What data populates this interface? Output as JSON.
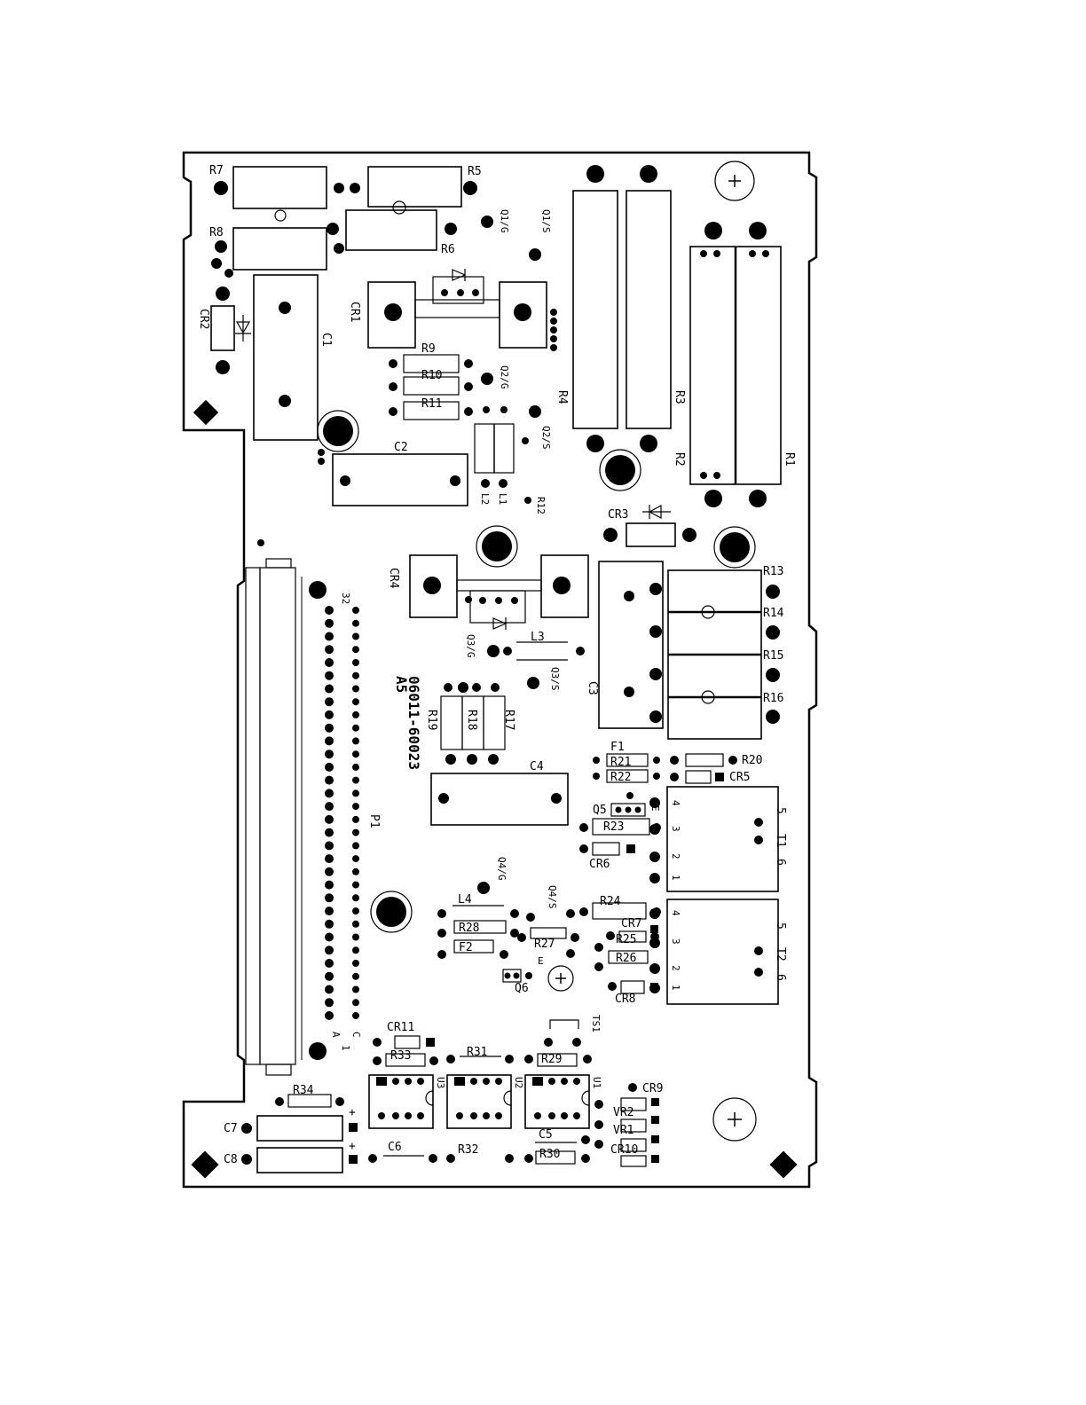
{
  "board": {
    "assembly": "A5",
    "part_number": "06011-60023"
  },
  "labels": {
    "R1": "R1",
    "R2": "R2",
    "R3": "R3",
    "R4": "R4",
    "R5": "R5",
    "R6": "R6",
    "R7": "R7",
    "R8": "R8",
    "R9": "R9",
    "R10": "R10",
    "R11": "R11",
    "R12": "R12",
    "R13": "R13",
    "R14": "R14",
    "R15": "R15",
    "R16": "R16",
    "R17": "R17",
    "R18": "R18",
    "R19": "R19",
    "R20": "R20",
    "R21": "R21",
    "R22": "R22",
    "R23": "R23",
    "R24": "R24",
    "R25": "R25",
    "R26": "R26",
    "R27": "R27",
    "R28": "R28",
    "R29": "R29",
    "R30": "R30",
    "R31": "R31",
    "R32": "R32",
    "R33": "R33",
    "R34": "R34",
    "C1": "C1",
    "C2": "C2",
    "C3": "C3",
    "C4": "C4",
    "C5": "C5",
    "C6": "C6",
    "C7": "C7",
    "C8": "C8",
    "CR1": "CR1",
    "CR2": "CR2",
    "CR3": "CR3",
    "CR4": "CR4",
    "CR5": "CR5",
    "CR6": "CR6",
    "CR7": "CR7",
    "CR8": "CR8",
    "CR9": "CR9",
    "CR10": "CR10",
    "CR11": "CR11",
    "Q1G": "Q1/G",
    "Q1S": "Q1/S",
    "Q2G": "Q2/G",
    "Q2S": "Q2/S",
    "Q3G": "Q3/G",
    "Q3S": "Q3/S",
    "Q4G": "Q4/G",
    "Q4S": "Q4/S",
    "Q5": "Q5",
    "Q6": "Q6",
    "L1": "L1",
    "L2": "L2",
    "L3": "L3",
    "L4": "L4",
    "F1": "F1",
    "F2": "F2",
    "T1": "T1",
    "T2": "T2",
    "U1": "U1",
    "U2": "U2",
    "U3": "U3",
    "VR1": "VR1",
    "VR2": "VR2",
    "TS1": "TS1",
    "P1": "P1",
    "pin32": "32",
    "pin1": "1",
    "pinA": "A",
    "pinC": "C",
    "E": "E",
    "t_1": "1",
    "t_2": "2",
    "t_3": "3",
    "t_4": "4",
    "t_5": "5",
    "t_6": "6",
    "plus": "+"
  }
}
